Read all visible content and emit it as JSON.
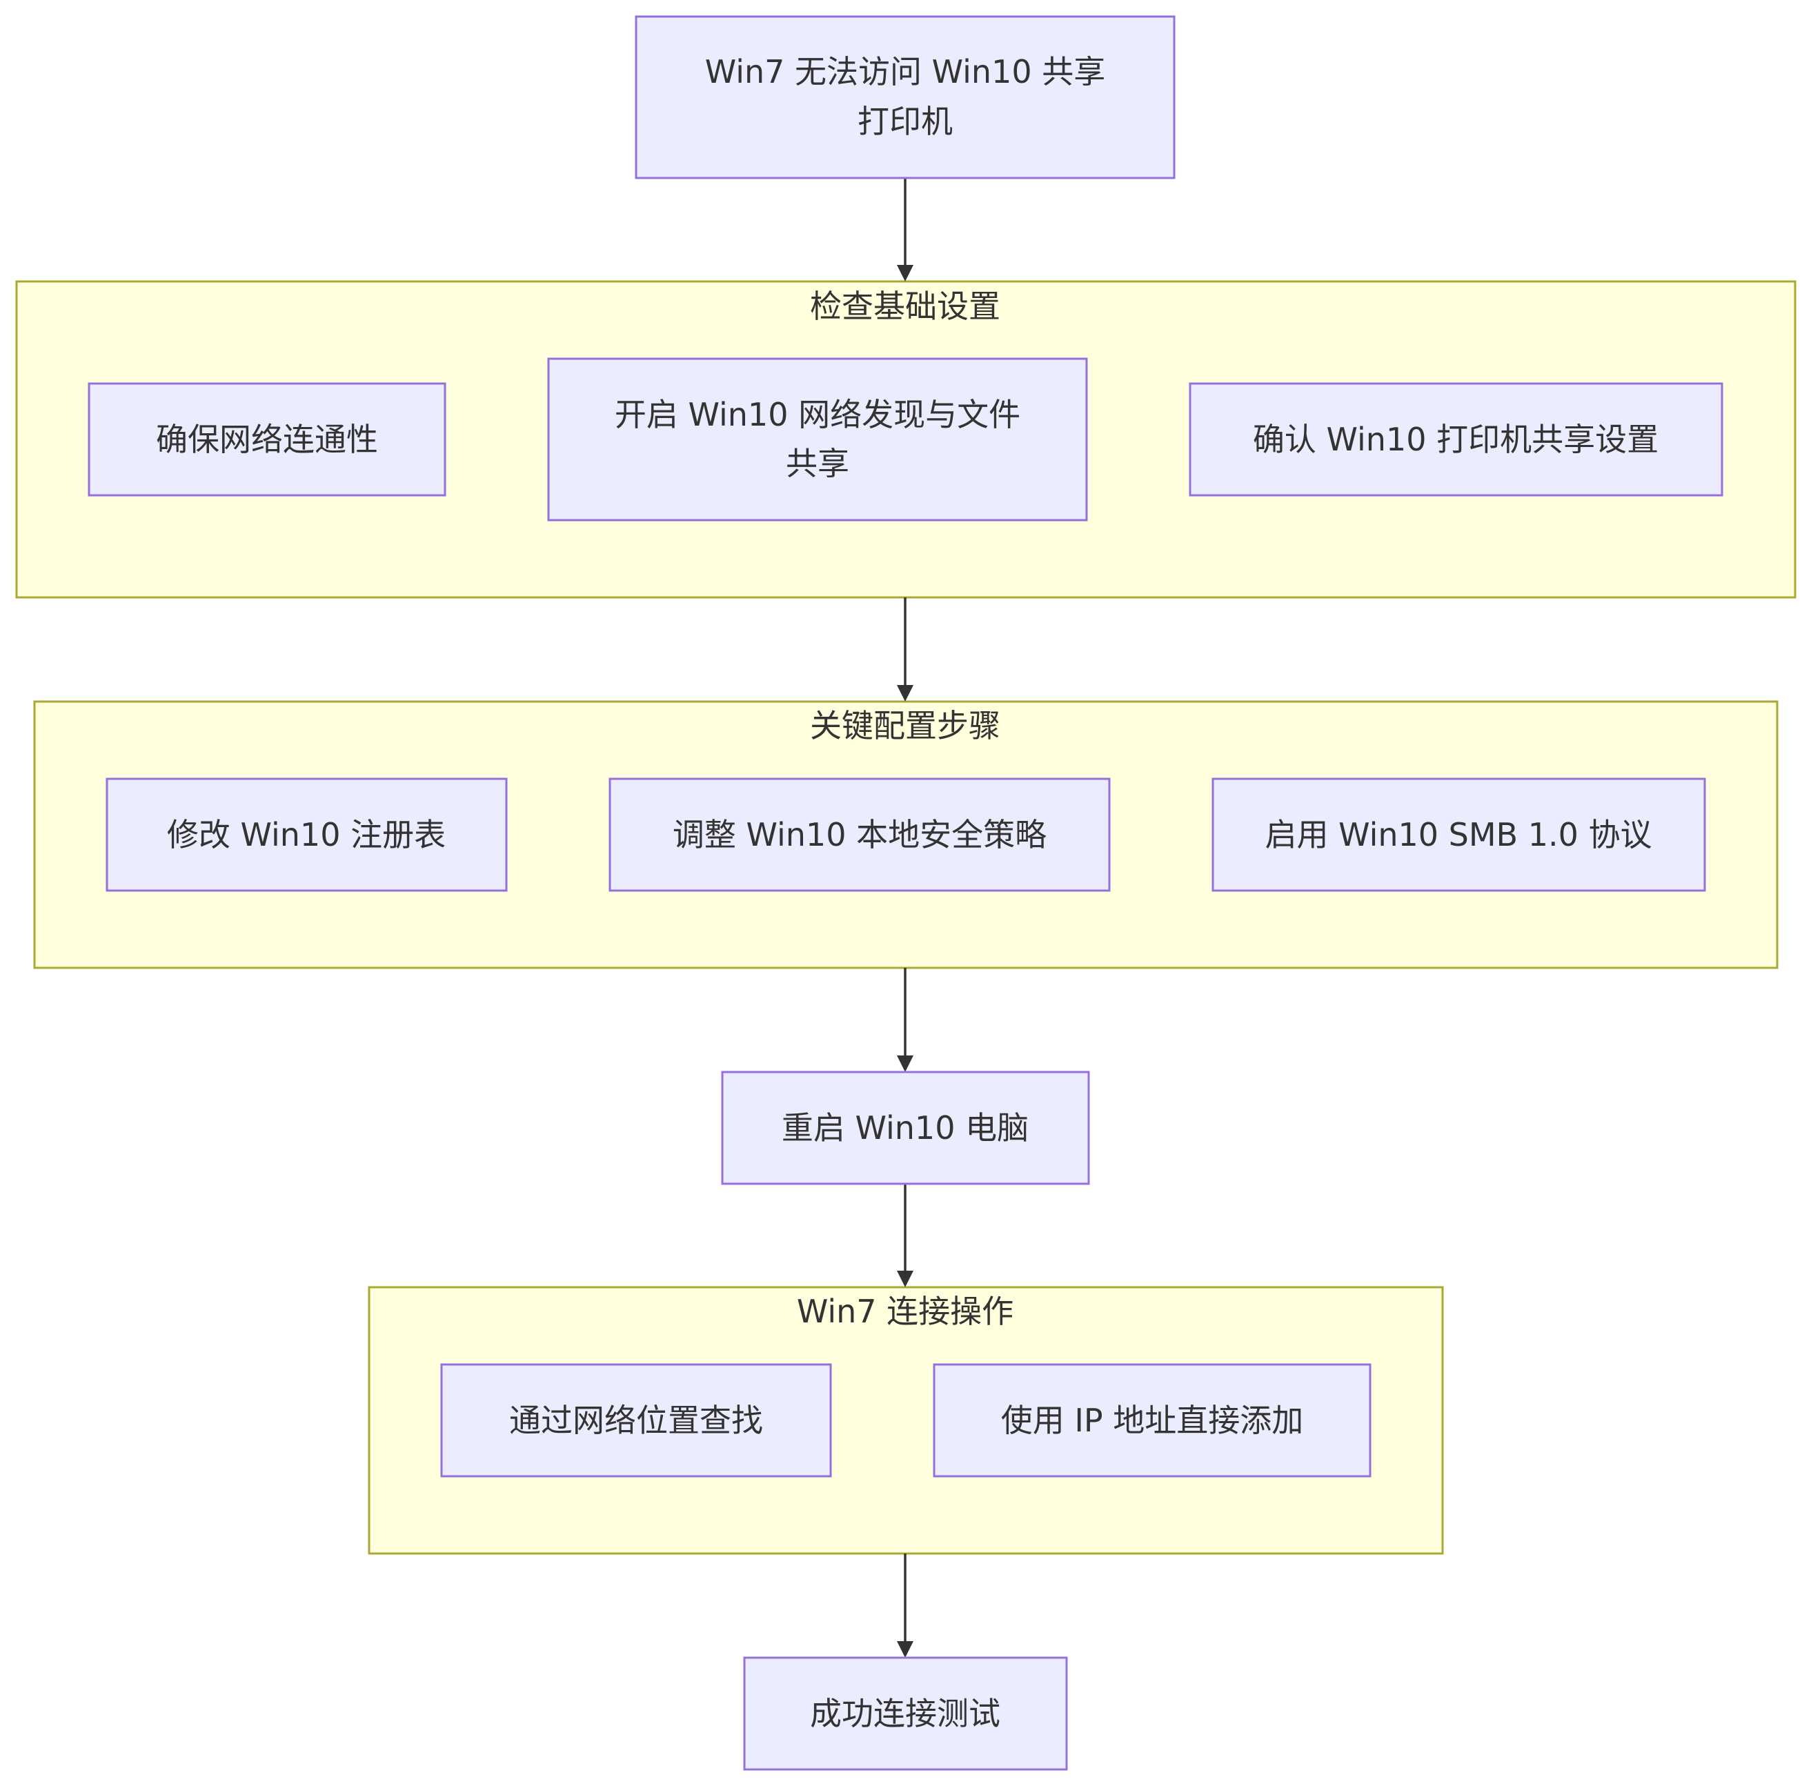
{
  "diagram": {
    "start": {
      "line1": "Win7 无法访问 Win10 共享",
      "line2": "打印机"
    },
    "group_basic": {
      "title": "检查基础设置",
      "node1": "确保网络连通性",
      "node2_line1": "开启 Win10 网络发现与文件",
      "node2_line2": "共享",
      "node3": "确认 Win10 打印机共享设置"
    },
    "group_config": {
      "title": "关键配置步骤",
      "node1": "修改 Win10 注册表",
      "node2": "调整 Win10 本地安全策略",
      "node3": "启用 Win10 SMB 1.0 协议"
    },
    "reboot": "重启 Win10 电脑",
    "group_connect": {
      "title": "Win7 连接操作",
      "node1": "通过网络位置查找",
      "node2": "使用 IP 地址直接添加"
    },
    "end": "成功连接测试"
  },
  "colors": {
    "node_fill": "#ececff",
    "node_stroke": "#9370db",
    "group_fill": "#ffffde",
    "group_stroke": "#aaaa33",
    "text": "#333333",
    "edge": "#333333"
  }
}
